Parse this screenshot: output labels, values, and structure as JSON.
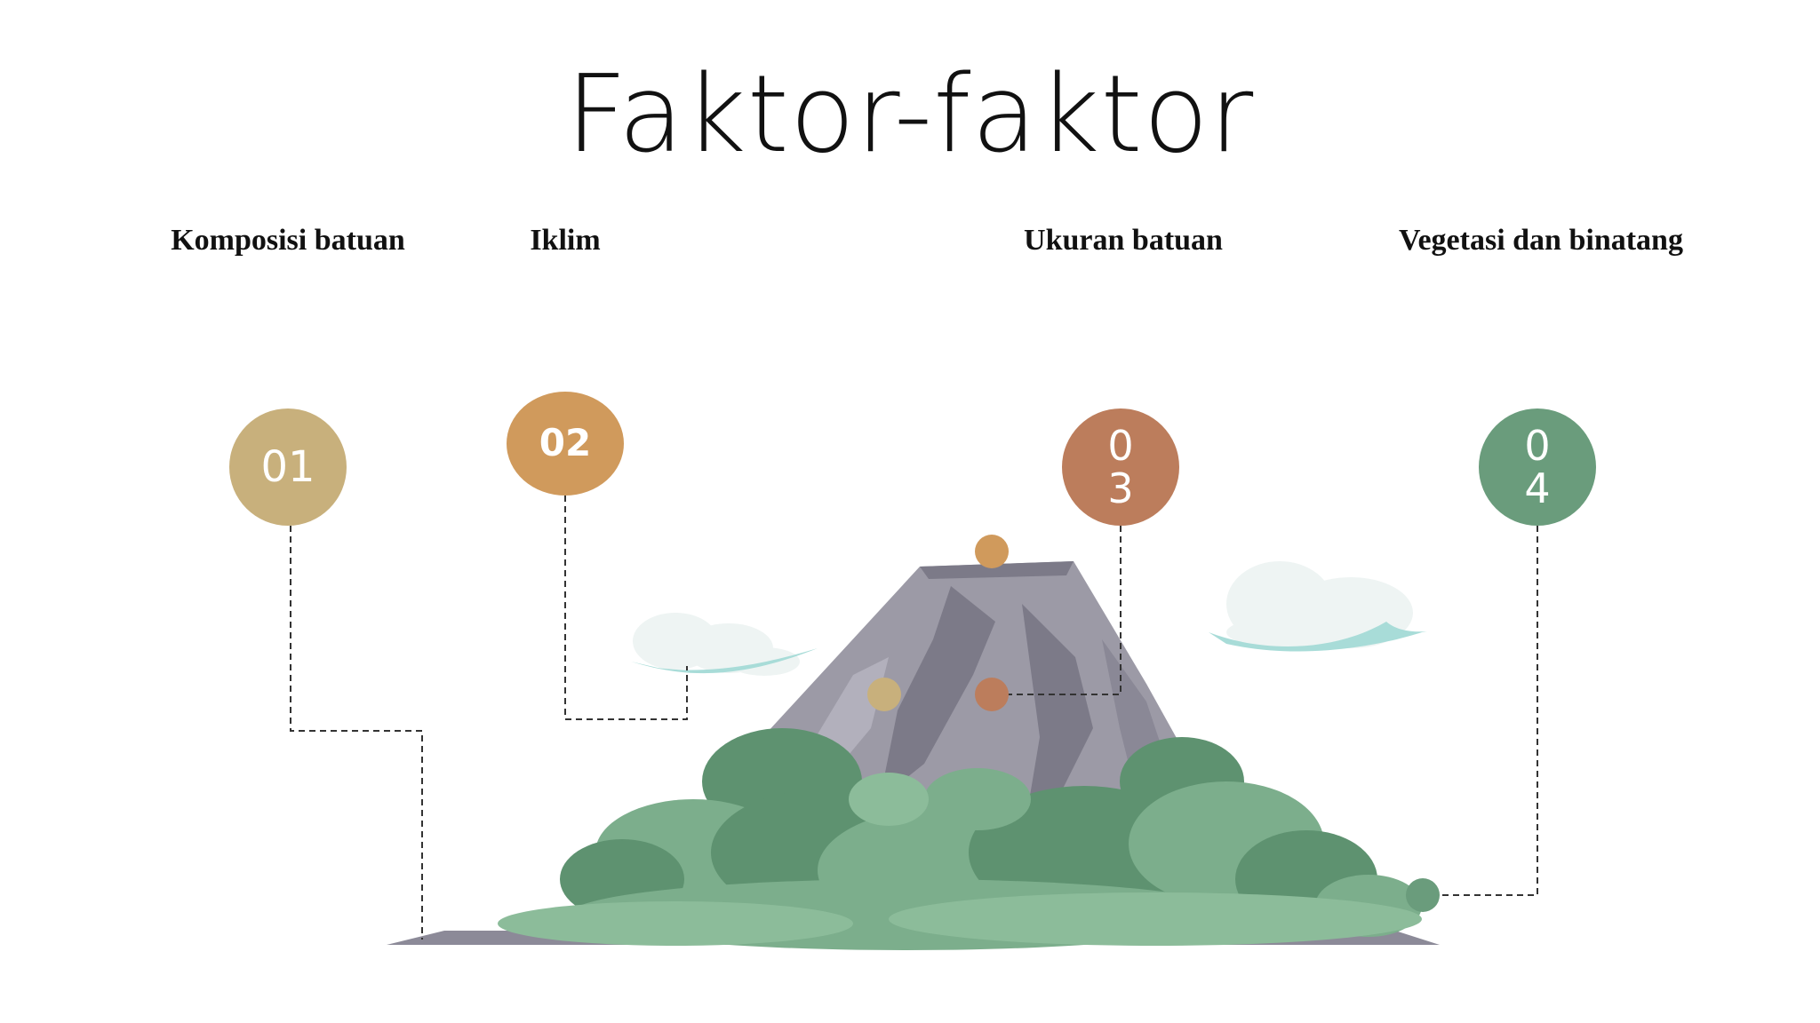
{
  "slide": {
    "title": "Faktor-faktor"
  },
  "factors": [
    {
      "label": "Komposisi batuan",
      "number": "01",
      "color": "#c8b07c"
    },
    {
      "label": "Iklim",
      "number": "02",
      "color": "#d09a5c"
    },
    {
      "label": "Ukuran batuan",
      "number": "0\n3",
      "color": "#bc7d5c"
    },
    {
      "label": "Vegetasi dan binatang",
      "number": "0\n4",
      "color": "#6a9c7c"
    }
  ],
  "colors": {
    "rock": "#9c9aa6",
    "rock_dark": "#7c7a88",
    "foliage": "#7cae8c",
    "foliage_dark": "#5e9270",
    "cloud": "#eef4f3",
    "cloud_accent": "#a8dcd8"
  }
}
